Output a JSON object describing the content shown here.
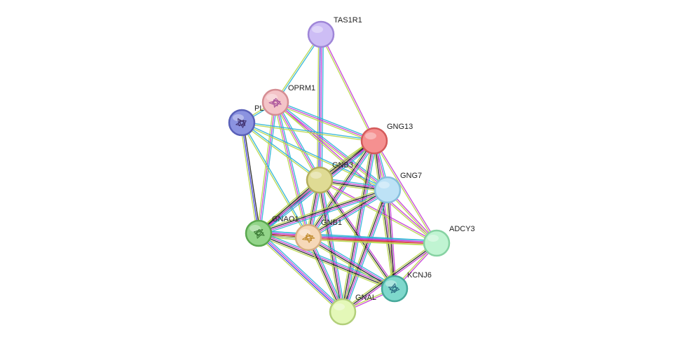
{
  "network": {
    "edge_colors": {
      "database": "#2bb3d6",
      "experiment": "#c43cd6",
      "textmining": "#b8d64a",
      "coexpression": "#222222",
      "neighborhood": "#3a3adc",
      "gene_fusion": "#d63c3c"
    },
    "nodes": [
      {
        "id": "TAS1R1",
        "label": "TAS1R1",
        "color": "#cdbdf5",
        "stroke": "#9f86d8",
        "structure": false
      },
      {
        "id": "OPRM1",
        "label": "OPRM1",
        "color": "#f4c4c8",
        "stroke": "#d58d93",
        "structure": true,
        "structure_color": "#a8509a"
      },
      {
        "id": "PL",
        "label": "PL",
        "color": "#8b93e0",
        "stroke": "#5960b8",
        "structure": true,
        "structure_color": "#40306e"
      },
      {
        "id": "GNG13",
        "label": "GNG13",
        "color": "#f59090",
        "stroke": "#d45a5a",
        "structure": false
      },
      {
        "id": "GNB3",
        "label": "GNB3",
        "color": "#dfdb94",
        "stroke": "#b3ad5c",
        "structure": false
      },
      {
        "id": "GNG7",
        "label": "GNG7",
        "color": "#bde2f6",
        "stroke": "#86bfdd",
        "structure": false
      },
      {
        "id": "GNAO1",
        "label": "GNAO1",
        "color": "#93d58a",
        "stroke": "#5aa84f",
        "structure": true,
        "structure_color": "#3c7a36"
      },
      {
        "id": "GNB1",
        "label": "GNB1",
        "color": "#f6d8b8",
        "stroke": "#d6ad80",
        "structure": true,
        "structure_color": "#c08a2c"
      },
      {
        "id": "ADCY3",
        "label": "ADCY3",
        "color": "#c0f4d2",
        "stroke": "#86d2a2",
        "structure": false
      },
      {
        "id": "KCNJ6",
        "label": "KCNJ6",
        "color": "#7ed8cc",
        "stroke": "#46a89a",
        "structure": true,
        "structure_color": "#2c6e84"
      },
      {
        "id": "GNAL",
        "label": "GNAL",
        "color": "#e4f8b8",
        "stroke": "#b2cf7a",
        "structure": false
      }
    ],
    "edges": [
      {
        "source": "TAS1R1",
        "target": "OPRM1",
        "types": [
          "database",
          "textmining"
        ]
      },
      {
        "source": "TAS1R1",
        "target": "GNB3",
        "types": [
          "database",
          "experiment",
          "neighborhood",
          "textmining"
        ]
      },
      {
        "source": "TAS1R1",
        "target": "GNG13",
        "types": [
          "experiment",
          "textmining"
        ]
      },
      {
        "source": "OPRM1",
        "target": "PL",
        "types": [
          "database",
          "textmining"
        ]
      },
      {
        "source": "OPRM1",
        "target": "GNG13",
        "types": [
          "database",
          "experiment",
          "textmining"
        ]
      },
      {
        "source": "OPRM1",
        "target": "GNB3",
        "types": [
          "database",
          "experiment",
          "textmining"
        ]
      },
      {
        "source": "OPRM1",
        "target": "GNG7",
        "types": [
          "database",
          "experiment",
          "textmining"
        ]
      },
      {
        "source": "OPRM1",
        "target": "GNAO1",
        "types": [
          "database",
          "experiment",
          "textmining"
        ]
      },
      {
        "source": "OPRM1",
        "target": "GNB1",
        "types": [
          "database",
          "experiment",
          "textmining"
        ]
      },
      {
        "source": "OPRM1",
        "target": "ADCY3",
        "types": [
          "experiment",
          "textmining"
        ]
      },
      {
        "source": "PL",
        "target": "GNG13",
        "types": [
          "database",
          "textmining"
        ]
      },
      {
        "source": "PL",
        "target": "GNB3",
        "types": [
          "database",
          "textmining"
        ]
      },
      {
        "source": "PL",
        "target": "GNG7",
        "types": [
          "database",
          "textmining"
        ]
      },
      {
        "source": "PL",
        "target": "GNAO1",
        "types": [
          "coexpression",
          "neighborhood",
          "textmining"
        ]
      },
      {
        "source": "PL",
        "target": "GNB1",
        "types": [
          "database",
          "textmining"
        ]
      },
      {
        "source": "GNG13",
        "target": "GNB3",
        "types": [
          "database",
          "experiment",
          "coexpression",
          "textmining"
        ]
      },
      {
        "source": "GNG13",
        "target": "GNG7",
        "types": [
          "database",
          "experiment",
          "textmining"
        ]
      },
      {
        "source": "GNG13",
        "target": "GNAO1",
        "types": [
          "database",
          "experiment",
          "coexpression",
          "textmining"
        ]
      },
      {
        "source": "GNG13",
        "target": "GNB1",
        "types": [
          "database",
          "experiment",
          "coexpression",
          "textmining"
        ]
      },
      {
        "source": "GNG13",
        "target": "ADCY3",
        "types": [
          "experiment",
          "textmining"
        ]
      },
      {
        "source": "GNG13",
        "target": "KCNJ6",
        "types": [
          "experiment",
          "coexpression",
          "textmining"
        ]
      },
      {
        "source": "GNG13",
        "target": "GNAL",
        "types": [
          "database",
          "experiment",
          "coexpression",
          "textmining"
        ]
      },
      {
        "source": "GNB3",
        "target": "GNG7",
        "types": [
          "database",
          "experiment",
          "coexpression",
          "textmining"
        ]
      },
      {
        "source": "GNB3",
        "target": "GNAO1",
        "types": [
          "database",
          "experiment",
          "coexpression",
          "textmining"
        ]
      },
      {
        "source": "GNB3",
        "target": "GNB1",
        "types": [
          "database",
          "experiment",
          "coexpression",
          "textmining"
        ]
      },
      {
        "source": "GNB3",
        "target": "ADCY3",
        "types": [
          "experiment",
          "textmining"
        ]
      },
      {
        "source": "GNB3",
        "target": "KCNJ6",
        "types": [
          "experiment",
          "coexpression",
          "textmining"
        ]
      },
      {
        "source": "GNB3",
        "target": "GNAL",
        "types": [
          "database",
          "experiment",
          "coexpression",
          "textmining"
        ]
      },
      {
        "source": "GNG7",
        "target": "GNAO1",
        "types": [
          "database",
          "experiment",
          "coexpression",
          "textmining"
        ]
      },
      {
        "source": "GNG7",
        "target": "GNB1",
        "types": [
          "database",
          "experiment",
          "coexpression",
          "textmining"
        ]
      },
      {
        "source": "GNG7",
        "target": "ADCY3",
        "types": [
          "experiment",
          "textmining"
        ]
      },
      {
        "source": "GNG7",
        "target": "KCNJ6",
        "types": [
          "experiment",
          "coexpression",
          "textmining"
        ]
      },
      {
        "source": "GNG7",
        "target": "GNAL",
        "types": [
          "database",
          "experiment",
          "coexpression",
          "textmining"
        ]
      },
      {
        "source": "GNAO1",
        "target": "GNB1",
        "types": [
          "database",
          "experiment",
          "coexpression",
          "neighborhood",
          "textmining"
        ]
      },
      {
        "source": "GNAO1",
        "target": "ADCY3",
        "types": [
          "database",
          "experiment",
          "gene_fusion",
          "textmining"
        ]
      },
      {
        "source": "GNAO1",
        "target": "KCNJ6",
        "types": [
          "database",
          "experiment",
          "coexpression",
          "textmining"
        ]
      },
      {
        "source": "GNAO1",
        "target": "GNAL",
        "types": [
          "database",
          "experiment",
          "neighborhood",
          "textmining"
        ]
      },
      {
        "source": "GNB1",
        "target": "ADCY3",
        "types": [
          "database",
          "experiment",
          "gene_fusion",
          "textmining"
        ]
      },
      {
        "source": "GNB1",
        "target": "KCNJ6",
        "types": [
          "database",
          "experiment",
          "coexpression",
          "textmining"
        ]
      },
      {
        "source": "GNB1",
        "target": "GNAL",
        "types": [
          "database",
          "experiment",
          "coexpression",
          "textmining"
        ]
      },
      {
        "source": "ADCY3",
        "target": "KCNJ6",
        "types": [
          "experiment",
          "textmining"
        ]
      },
      {
        "source": "ADCY3",
        "target": "GNAL",
        "types": [
          "experiment",
          "coexpression",
          "textmining"
        ]
      },
      {
        "source": "KCNJ6",
        "target": "GNAL",
        "types": [
          "experiment",
          "textmining"
        ]
      }
    ]
  }
}
